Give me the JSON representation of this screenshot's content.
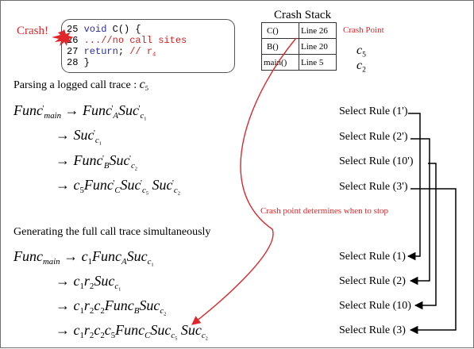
{
  "crash_label": "Crash!",
  "code": {
    "line_25": {
      "num": "25",
      "kw": "void",
      "rest": " C() {"
    },
    "line_26": {
      "num": "26",
      "text": "   ...//no call sites"
    },
    "line_27": {
      "num": "27",
      "kw": "return",
      "semi": ";",
      "comment": "// r",
      "comment_sub": "4"
    },
    "line_28": {
      "num": "28",
      "text": " }"
    }
  },
  "crash_stack": {
    "title": "Crash Stack",
    "rows": [
      {
        "func": "C()",
        "line": "Line 26"
      },
      {
        "func": "B()",
        "line": "Line 20"
      },
      {
        "func": "main()",
        "line": "Line 5"
      }
    ],
    "crash_point_label": "Crash Point",
    "site_labels": [
      {
        "base": "c",
        "sub": "5"
      },
      {
        "base": "c",
        "sub": "2"
      }
    ]
  },
  "parse_heading": {
    "text": "Parsing a logged call trace : ",
    "sym": "c",
    "sub": "5"
  },
  "generate_heading": "Generating the full call trace simultaneously",
  "crash_note": "Crash point determines when to stop",
  "derivation": {
    "func": "Func",
    "suc": "Suc",
    "main": "main",
    "arrow": "→",
    "prime": "'",
    "A": "A",
    "B": "B",
    "C": "C",
    "c": "c",
    "r": "r",
    "one": "1",
    "two": "2",
    "five": "5"
  },
  "rules_parse": [
    "Select Rule (1')",
    "Select Rule (2')",
    "Select Rule (10')",
    "Select Rule (3')"
  ],
  "rules_generate": [
    "Select Rule (1)",
    "Select Rule (2)",
    "Select Rule (10)",
    "Select Rule (3)"
  ]
}
